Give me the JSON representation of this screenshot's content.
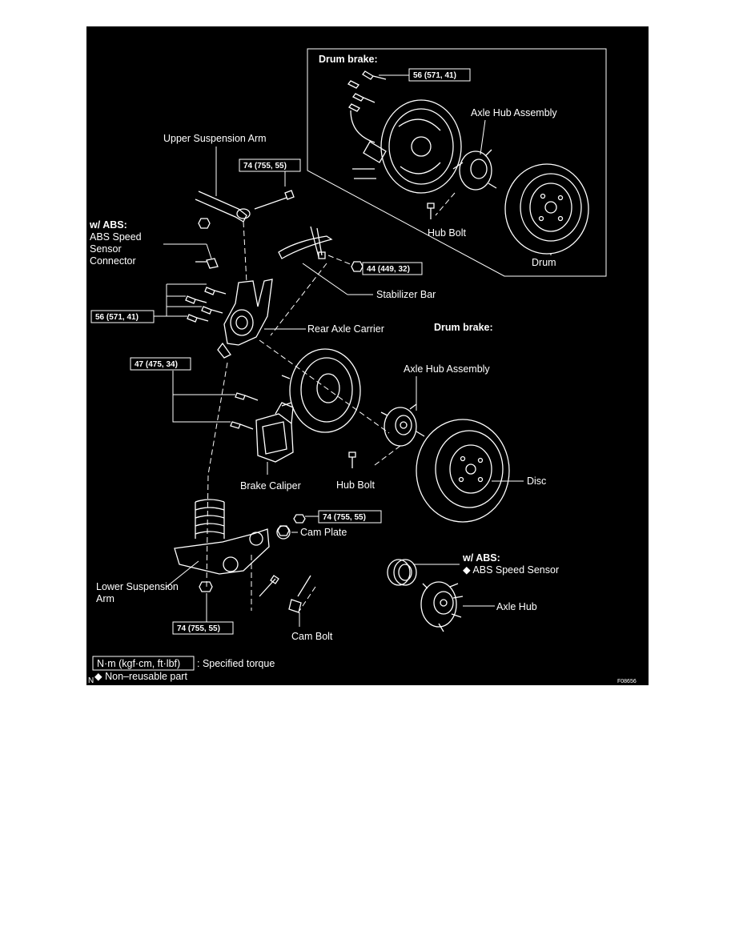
{
  "labels": {
    "drum_brake_top": "Drum brake:",
    "axle_hub_assembly_top": "Axle Hub Assembly",
    "hub_bolt_top": "Hub Bolt",
    "drum": "Drum",
    "upper_suspension_arm": "Upper Suspension Arm",
    "abs_heading": "w/ ABS:",
    "abs_connector_1": "ABS Speed",
    "abs_connector_2": "Sensor",
    "abs_connector_3": "Connector",
    "stabilizer_bar": "Stabilizer Bar",
    "rear_axle_carrier": "Rear Axle Carrier",
    "drum_brake_mid": "Drum brake:",
    "axle_hub_assembly_mid": "Axle Hub Assembly",
    "brake_caliper": "Brake Caliper",
    "hub_bolt_mid": "Hub Bolt",
    "disc": "Disc",
    "cam_plate": "Cam Plate",
    "abs_heading_2": "w/ ABS:",
    "abs_speed_sensor": "◆ ABS Speed Sensor",
    "axle_hub": "Axle Hub",
    "lower_suspension_arm_1": "Lower Suspension",
    "lower_suspension_arm_2": "Arm",
    "cam_bolt": "Cam Bolt",
    "figure_code": "F08656"
  },
  "torques": {
    "drum_bolts": "56 (571, 41)",
    "upper_arm": "74 (755, 55)",
    "stabilizer": "44 (449, 32)",
    "carrier": "56 (571, 41)",
    "caliper": "47 (475, 34)",
    "cam_plate": "74 (755, 55)",
    "lower_arm": "74 (755, 55)"
  },
  "legend": {
    "unit_box": "N·m (kgf·cm, ft·lbf)",
    "unit_text": ": Specified torque",
    "nonreusable_marker": "N",
    "nonreusable_text": "◆ Non–reusable part"
  },
  "colors": {
    "background": "#000000",
    "ink": "#ffffff",
    "page": "#ffffff"
  }
}
